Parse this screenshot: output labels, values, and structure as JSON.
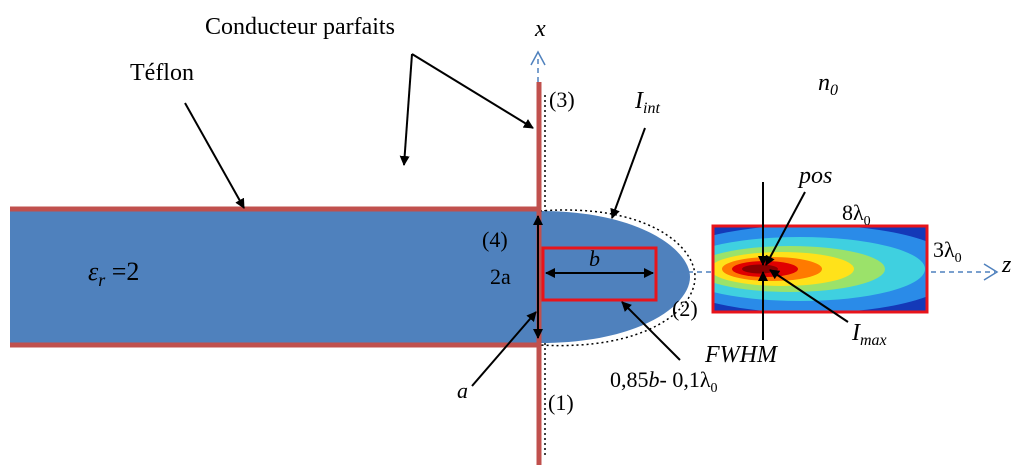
{
  "labels": {
    "conducteur": "Conducteur parfaits",
    "teflon": "Téflon",
    "x_axis": "x",
    "z_axis": "z",
    "n0_base": "n",
    "n0_sub": "0",
    "eps_base": "ε",
    "eps_sub": "r",
    "eps_val": " =2",
    "b_label": "b",
    "two_a": "2a",
    "a_label": "a",
    "region1": "(1)",
    "region2": "(2)",
    "region3": "(3)",
    "region4": "(4)",
    "iint_base": "I",
    "iint_sub": "int",
    "pos": "pos",
    "eight_lambda_base": "8λ",
    "eight_lambda_sub": "0",
    "three_lambda_base": "3λ",
    "three_lambda_sub": "0",
    "imax_base": "I",
    "imax_sub": "max",
    "fwhm": "FWHM",
    "formula_a": "0,85",
    "formula_b": "b",
    "formula_c": "- 0,1λ",
    "formula_sub": "0"
  },
  "colors": {
    "waveguide_fill": "#4f81bd",
    "conductor": "#c0504d",
    "highlight_box": "#e8141b",
    "axis_dash": "#4f81bd"
  }
}
